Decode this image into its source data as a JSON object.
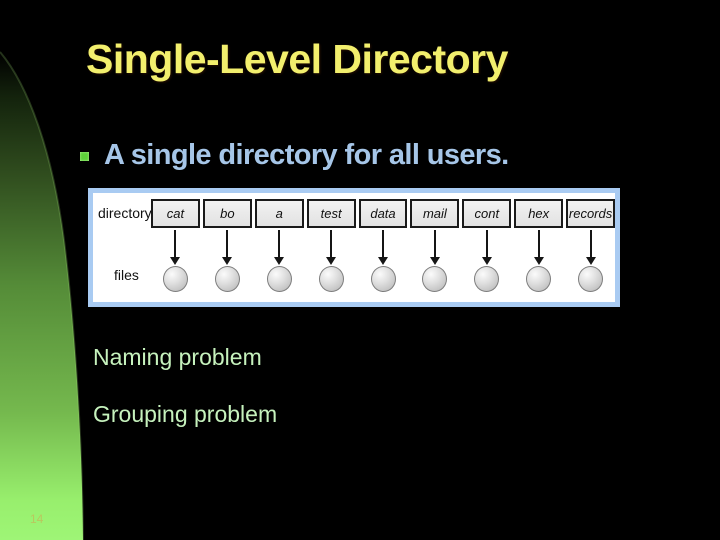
{
  "slide": {
    "title": "Single-Level Directory",
    "bullet": "A single directory for all users.",
    "notes": [
      "Naming problem",
      "Grouping problem"
    ],
    "page_number": "14"
  },
  "diagram": {
    "directory_label": "directory",
    "files_label": "files",
    "entries": [
      "cat",
      "bo",
      "a",
      "test",
      "data",
      "mail",
      "cont",
      "hex",
      "records"
    ]
  },
  "colors": {
    "background": "#000000",
    "title": "#f2ef6d",
    "bullet_text": "#a6c6e8",
    "bullet_marker": "#5ed23a",
    "note_text": "#c6f2bd",
    "panel_border": "#a9cbf2",
    "page_number": "#b9c85e",
    "swoosh_dark": "#13220c",
    "swoosh_mid": "#558c38",
    "swoosh_light": "#98ef6d"
  }
}
